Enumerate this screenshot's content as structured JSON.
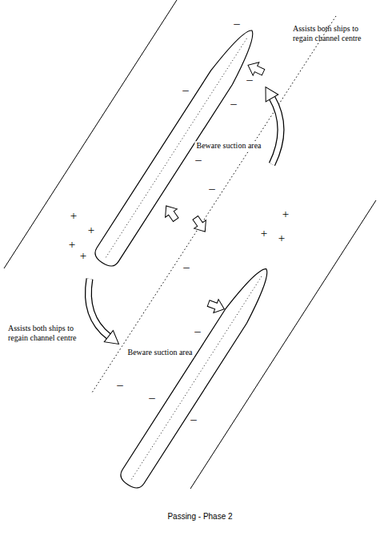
{
  "diagram": {
    "caption": "Passing - Phase 2",
    "labels": [
      "–",
      "Assists both ships to regain channel centre",
      "–",
      "–",
      "–",
      "Beware suction area",
      "–",
      "–",
      "+",
      "+",
      "+",
      "+",
      "+",
      "+",
      "+",
      "–",
      "Assists both ships to regain channel centre",
      "–",
      "Beware suction area",
      "–",
      "–",
      "–"
    ]
  }
}
